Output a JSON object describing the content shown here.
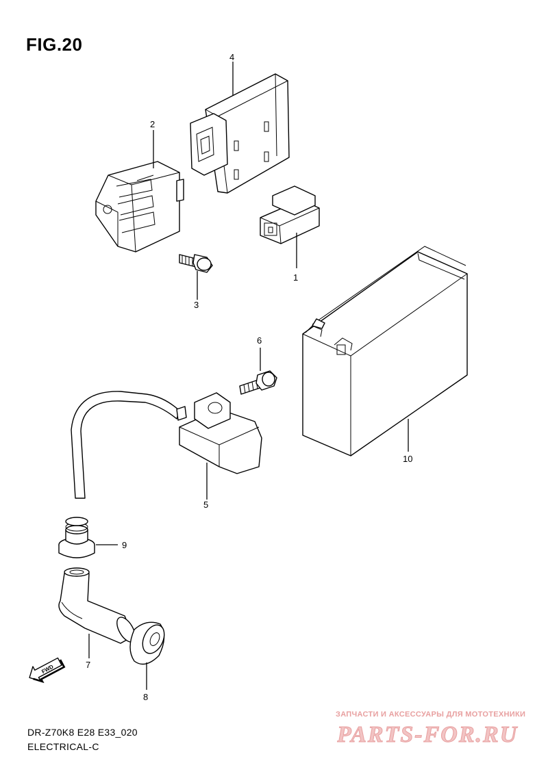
{
  "figure": {
    "title": "FIG.20"
  },
  "parts": [
    {
      "id": "1",
      "label": "1"
    },
    {
      "id": "2",
      "label": "2"
    },
    {
      "id": "3",
      "label": "3"
    },
    {
      "id": "4",
      "label": "4"
    },
    {
      "id": "5",
      "label": "5"
    },
    {
      "id": "6",
      "label": "6"
    },
    {
      "id": "7",
      "label": "7"
    },
    {
      "id": "8",
      "label": "8"
    },
    {
      "id": "9",
      "label": "9"
    },
    {
      "id": "10",
      "label": "10"
    }
  ],
  "direction_marker": {
    "label": "FWD",
    "icon": "fwd-arrow-icon"
  },
  "footer": {
    "model_code": "DR-Z70K8 E28 E33_020",
    "section": "ELECTRICAL-C"
  },
  "watermark": {
    "tagline": "ЗАПЧАСТИ И АКСЕССУАРЫ ДЛЯ МОТОТЕХНИКИ",
    "logo_text": "PARTS-FOR.RU",
    "color": "#e8a0a0"
  }
}
